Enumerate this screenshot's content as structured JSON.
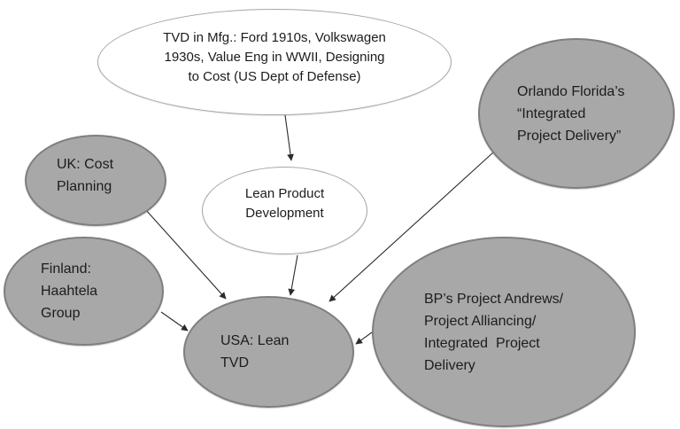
{
  "nodes": {
    "tvd_mfg": {
      "lines": [
        "TVD in Mfg.: Ford 1910s, Volkswagen",
        "1930s, Value Eng in WWII, Designing",
        "to Cost (US Dept of Defense)"
      ],
      "fill": "#ffffff",
      "align": "center"
    },
    "orlando": {
      "lines": [
        "Orlando Florida’s",
        "“Integrated",
        "Project Delivery”"
      ],
      "fill": "#a8a8a8",
      "align": "left"
    },
    "uk": {
      "lines": [
        "UK: Cost",
        "Planning"
      ],
      "fill": "#a8a8a8",
      "align": "left"
    },
    "lpd": {
      "lines": [
        "Lean Product",
        "Development"
      ],
      "fill": "#ffffff",
      "align": "center"
    },
    "finland": {
      "lines": [
        "Finland:",
        "Haahtela",
        "Group"
      ],
      "fill": "#a8a8a8",
      "align": "left"
    },
    "usa": {
      "lines": [
        "USA: Lean",
        "TVD"
      ],
      "fill": "#a8a8a8",
      "align": "left"
    },
    "bp": {
      "lines": [
        "BP’s Project Andrews/",
        "Project Alliancing/",
        "Integrated  Project",
        "Delivery"
      ],
      "fill": "#a8a8a8",
      "align": "left"
    }
  },
  "edges": [
    {
      "from": "tvd_mfg",
      "to": "lpd"
    },
    {
      "from": "lpd",
      "to": "usa"
    },
    {
      "from": "uk",
      "to": "usa"
    },
    {
      "from": "orlando",
      "to": "usa"
    },
    {
      "from": "finland",
      "to": "usa"
    },
    {
      "from": "bp",
      "to": "usa"
    }
  ],
  "colors": {
    "gray_fill": "#a8a8a8",
    "gray_stroke": "#7f7f7f",
    "white_fill": "#ffffff",
    "light_stroke": "#a6a6a6",
    "arrow": "#2b2b2b",
    "text": "#1c1c1c",
    "background": "#ffffff"
  }
}
